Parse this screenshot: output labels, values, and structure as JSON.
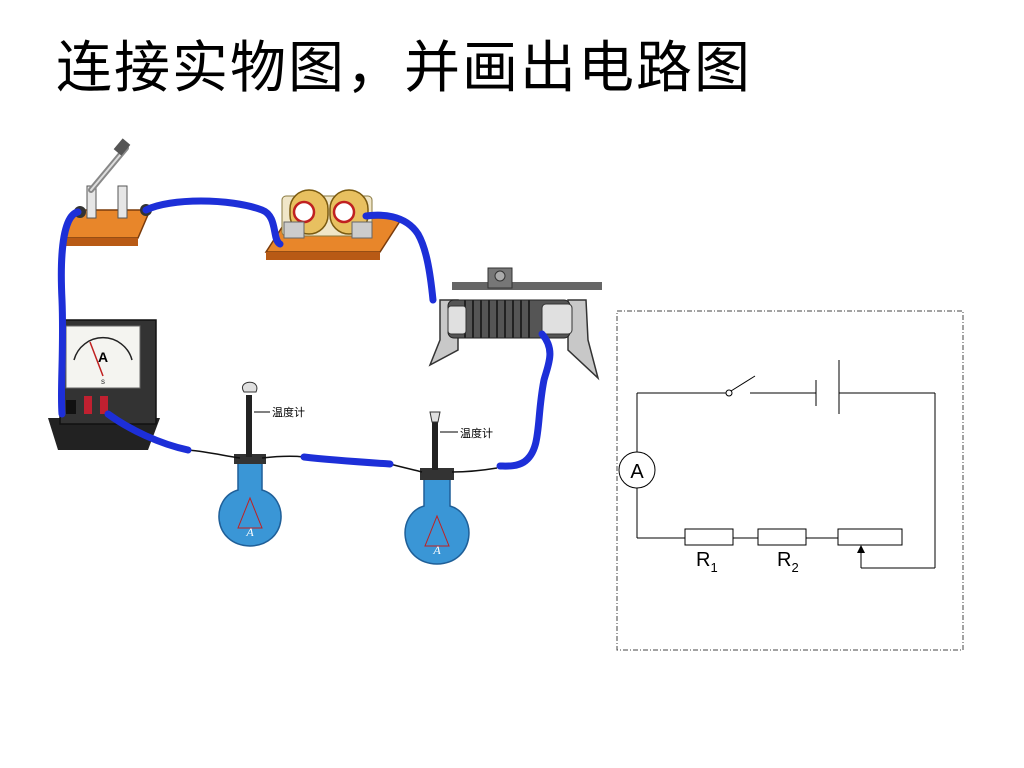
{
  "title": "连接实物图，并画出电路图",
  "thermometer_label_1": "温度计",
  "thermometer_label_2": "温度计",
  "flask_label_1": "A",
  "flask_label_2": "A",
  "meter_symbol": "A",
  "meter_unit": "s",
  "circuit": {
    "ammeter": "A",
    "r1": {
      "main": "R",
      "sub": "1"
    },
    "r2": {
      "main": "R",
      "sub": "2"
    }
  },
  "colors": {
    "wire": "#1d2fd8",
    "board": "#e8862a",
    "flask": "#3a96d6"
  }
}
